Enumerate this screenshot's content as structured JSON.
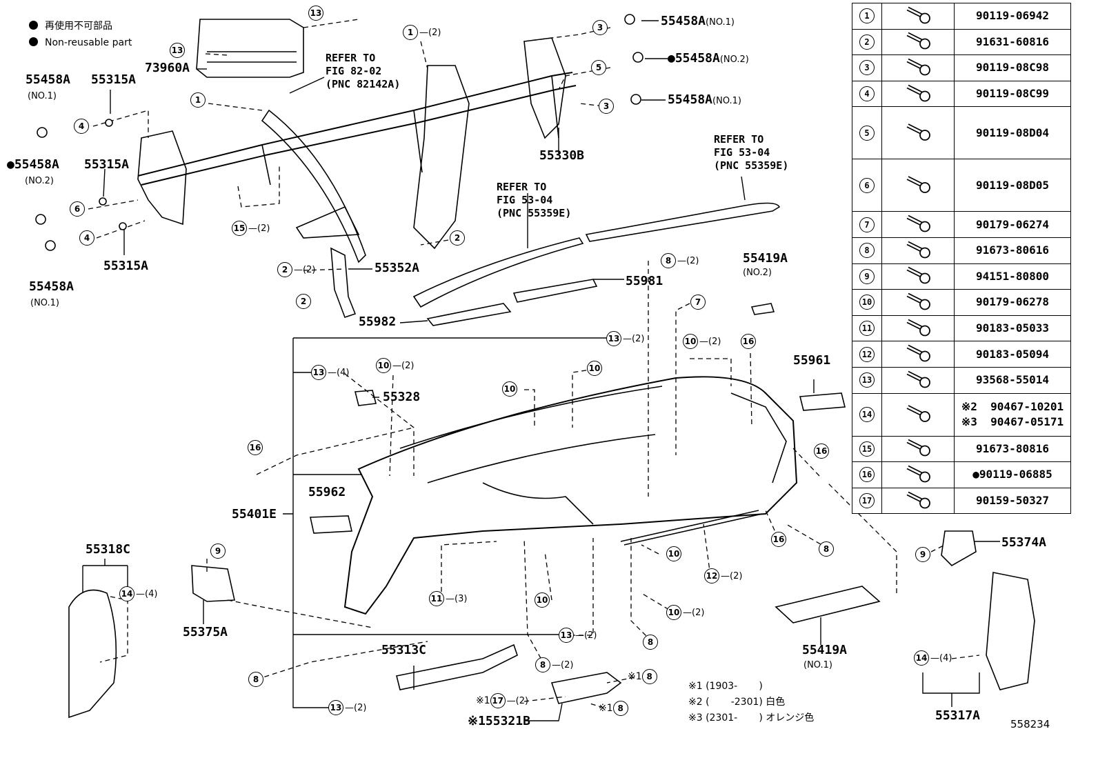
{
  "legend": [
    {
      "dot": true,
      "text": "再使用不可部品"
    },
    {
      "dot": true,
      "text": "Non-reusable part"
    }
  ],
  "parts_table": [
    {
      "no": "1",
      "part": "90119-06942"
    },
    {
      "no": "2",
      "part": "91631-60816"
    },
    {
      "no": "3",
      "part": "90119-08C98"
    },
    {
      "no": "4",
      "part": "90119-08C99"
    },
    {
      "no": "5",
      "part": "90119-08D04"
    },
    {
      "no": "6",
      "part": "90119-08D05"
    },
    {
      "no": "7",
      "part": "90179-06274"
    },
    {
      "no": "8",
      "part": "91673-80616"
    },
    {
      "no": "9",
      "part": "94151-80800"
    },
    {
      "no": "10",
      "part": "90179-06278"
    },
    {
      "no": "11",
      "part": "90183-05033"
    },
    {
      "no": "12",
      "part": "90183-05094"
    },
    {
      "no": "13",
      "part": "93568-55014"
    },
    {
      "no": "14",
      "part": "※2  90467-10201\n※3  90467-05171"
    },
    {
      "no": "15",
      "part": "91673-80816"
    },
    {
      "no": "16",
      "part": "●90119-06885"
    },
    {
      "no": "17",
      "part": "90159-50327"
    }
  ],
  "labels": {
    "l73960A": "73960A",
    "l55458A_a": "55458A",
    "l55458A_a_sub": "(NO.1)",
    "l55315A_a": "55315A",
    "l55458A_b": "●55458A",
    "l55458A_b_sub": "(NO.2)",
    "l55315A_b": "55315A",
    "l55315A_c": "55315A",
    "l55458A_c": "55458A",
    "l55458A_c_sub": "(NO.1)",
    "r55458A_1": "55458A",
    "r55458A_1_sub": "(NO.1)",
    "r55458A_2": "●55458A",
    "r55458A_2_sub": "(NO.2)",
    "r55458A_3": "55458A",
    "r55458A_3_sub": "(NO.1)",
    "l55330B": "55330B",
    "l55352A": "55352A",
    "l55981": "55981",
    "l55982": "55982",
    "l55419A_2": "55419A",
    "l55419A_2_sub": "(NO.2)",
    "l55961": "55961",
    "l55328": "55328",
    "l55962": "55962",
    "l55401E": "55401E",
    "l55318C": "55318C",
    "l55375A": "55375A",
    "l55374A": "55374A",
    "l55313C": "55313C",
    "l55419A_1": "55419A",
    "l55419A_1_sub": "(NO.1)",
    "l55317A": "55317A",
    "l55321B": "※155321B"
  },
  "refs": {
    "ref1": "REFER TO\nFIG 82-02\n(PNC 82142A)",
    "ref2": "REFER TO\nFIG 53-04\n(PNC 55359E)",
    "ref3": "REFER TO\nFIG 53-04\n(PNC 55359E)"
  },
  "callouts": {
    "c13a": {
      "n": "13",
      "q": ""
    },
    "c13b": {
      "n": "13",
      "q": ""
    },
    "c1a": {
      "n": "1",
      "q": "(2)"
    },
    "c1b": {
      "n": "1",
      "q": ""
    },
    "c3a": {
      "n": "3",
      "q": ""
    },
    "c5": {
      "n": "5",
      "q": ""
    },
    "c3b": {
      "n": "3",
      "q": ""
    },
    "c4a": {
      "n": "4",
      "q": ""
    },
    "c6": {
      "n": "6",
      "q": ""
    },
    "c4b": {
      "n": "4",
      "q": ""
    },
    "c15": {
      "n": "15",
      "q": "(2)"
    },
    "c2a": {
      "n": "2",
      "q": ""
    },
    "c2b": {
      "n": "2",
      "q": "(2)"
    },
    "c2c": {
      "n": "2",
      "q": ""
    },
    "c8a": {
      "n": "8",
      "q": "(2)"
    },
    "c7": {
      "n": "7",
      "q": ""
    },
    "c13c": {
      "n": "13",
      "q": "(2)"
    },
    "c10a": {
      "n": "10",
      "q": "(2)"
    },
    "c16a": {
      "n": "16",
      "q": ""
    },
    "c13d": {
      "n": "13",
      "q": "(4)"
    },
    "c10b": {
      "n": "10",
      "q": "(2)"
    },
    "c10c": {
      "n": "10",
      "q": ""
    },
    "c10d": {
      "n": "10",
      "q": ""
    },
    "c16b": {
      "n": "16",
      "q": ""
    },
    "c16c": {
      "n": "16",
      "q": ""
    },
    "c16d": {
      "n": "16",
      "q": ""
    },
    "c8b": {
      "n": "8",
      "q": ""
    },
    "c9a": {
      "n": "9",
      "q": ""
    },
    "c9b": {
      "n": "9",
      "q": ""
    },
    "c14a": {
      "n": "14",
      "q": "(4)"
    },
    "c11": {
      "n": "11",
      "q": "(3)"
    },
    "c10e": {
      "n": "10",
      "q": ""
    },
    "c10f": {
      "n": "10",
      "q": ""
    },
    "c12": {
      "n": "12",
      "q": "(2)"
    },
    "c10g": {
      "n": "10",
      "q": "(2)"
    },
    "c13e": {
      "n": "13",
      "q": "(2)"
    },
    "c8c": {
      "n": "8",
      "q": ""
    },
    "c8d": {
      "n": "8",
      "q": ""
    },
    "c8e": {
      "n": "8",
      "q": "(2)"
    },
    "c8f": {
      "n": "8",
      "q": ""
    },
    "c8g": {
      "n": "8",
      "q": ""
    },
    "c17": {
      "n": "17",
      "q": "(2)"
    },
    "c13f": {
      "n": "13",
      "q": "(2)"
    },
    "c14b": {
      "n": "14",
      "q": "(4)"
    }
  },
  "callout_prefix": {
    "c8f": "※1",
    "c17": "※1",
    "c8g": "※1"
  },
  "notes": "※1 (1903-       )\n※2 (       -2301) 白色\n※3 (2301-       ) オレンジ色",
  "diagram_id": "558234"
}
